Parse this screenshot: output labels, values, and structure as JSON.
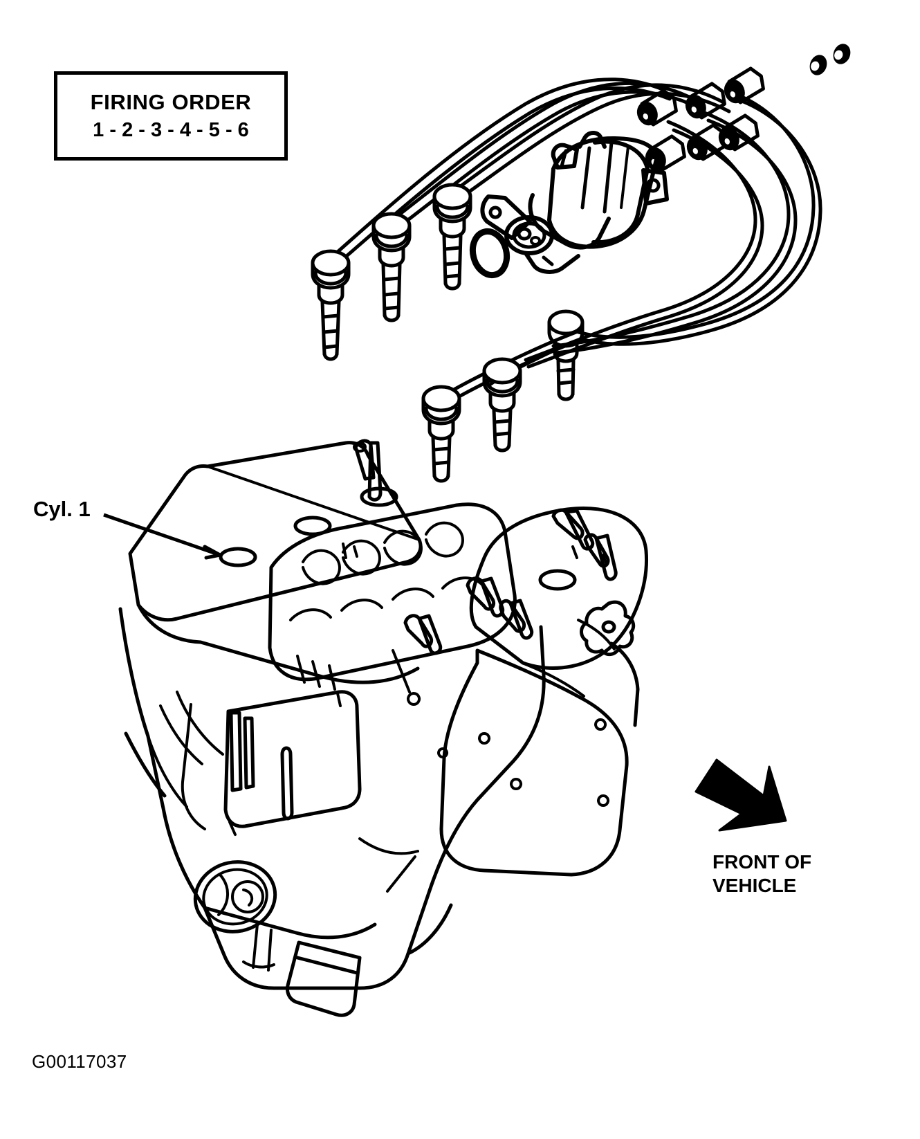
{
  "figure": {
    "id_label": "G00117037",
    "subject": "V6 engine spark plug wire routing and firing order diagram",
    "background_color": "#ffffff",
    "line_color": "#000000"
  },
  "firing_order_box": {
    "title": "FIRING ORDER",
    "sequence": "1 - 2 - 3 - 4 - 5 - 6",
    "cylinders": [
      1,
      2,
      3,
      4,
      5,
      6
    ],
    "border_color": "#000000"
  },
  "callouts": {
    "cylinder_one": {
      "label": "Cyl. 1",
      "leader_line": true,
      "points_to": "front-bank-spark-plug-hole"
    },
    "front_of_vehicle": {
      "line1": "FRONT OF",
      "line2": "VEHICLE",
      "arrow_direction": "down-right"
    }
  },
  "components": {
    "distributor": "distributor-assembly",
    "o_ring": "distributor-o-ring-seal",
    "retaining_clips_count": 2,
    "spark_plug_boots_front_bank": 3,
    "spark_plug_boots_rear_bank": 3,
    "distributor_cap_terminals": 6,
    "engine_block": "v6-engine-block",
    "valve_cover_front": "front-valve-cover",
    "valve_cover_rear": "rear-valve-cover",
    "oil_filler_cap": "oil-filler-cap",
    "crank_pulley": "crankshaft-pulley-housing"
  }
}
